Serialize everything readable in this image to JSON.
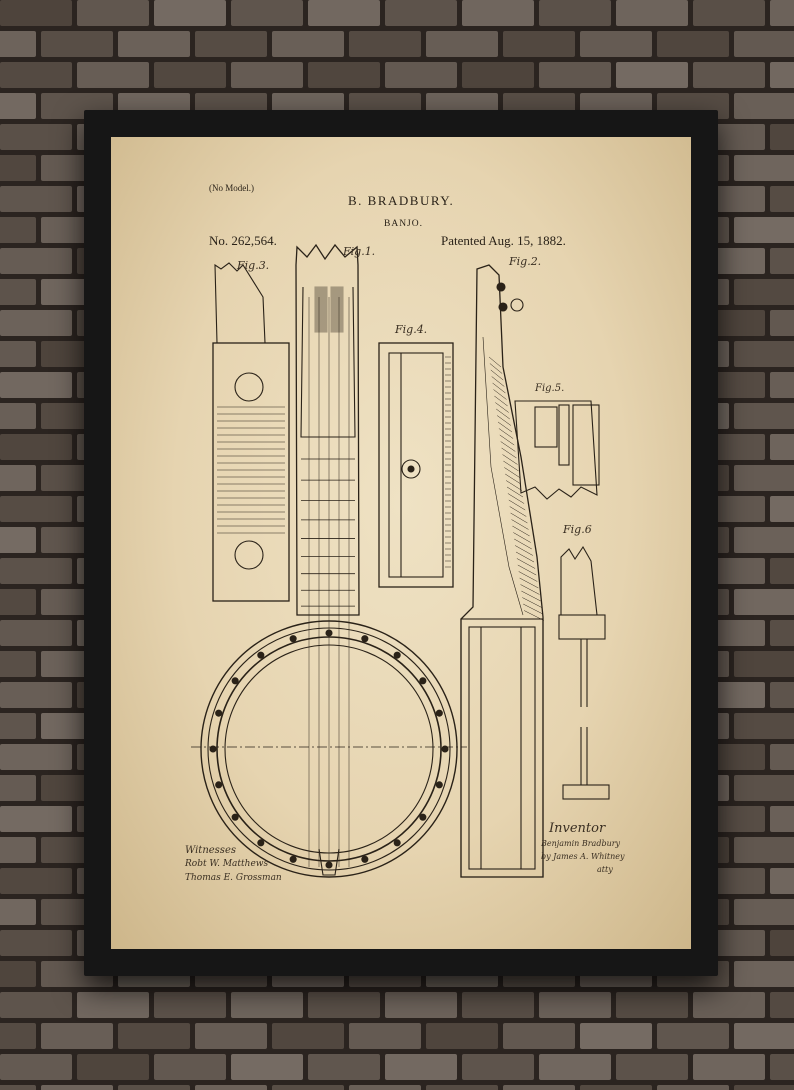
{
  "patent": {
    "no_model": "(No Model.)",
    "inventor": "B. BRADBURY.",
    "title": "BANJO.",
    "number": "No. 262,564.",
    "date": "Patented Aug. 15, 1882."
  },
  "figures": [
    "Fig.1.",
    "Fig.2.",
    "Fig.3.",
    "Fig.4.",
    "Fig.5.",
    "Fig.6"
  ],
  "signatures": {
    "witnesses_label": "Witnesses",
    "witness_1": "Robt W. Matthews",
    "witness_2": "Thomas E. Grossman",
    "inventor_label": "Inventor",
    "inventor_name": "Benjamin Bradbury",
    "by_line": "by James A. Whitney",
    "atty": "atty"
  },
  "colors": {
    "wall_mortar": "#2b2420",
    "brick": "#5a4f47",
    "frame": "#161616",
    "paper": "#e6d4b0",
    "ink": "#2a2218"
  }
}
